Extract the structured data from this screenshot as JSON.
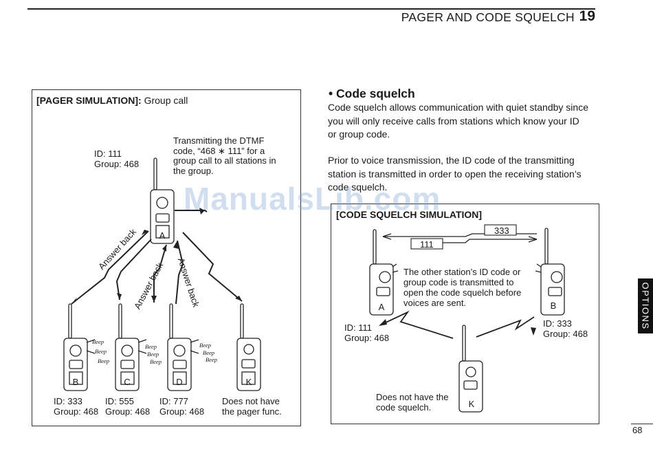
{
  "header": {
    "section_title": "PAGER AND CODE SQUELCH",
    "section_number": "19"
  },
  "pager_box": {
    "title_bold": "[PAGER SIMULATION]:",
    "title_rest": "Group call",
    "station_a": {
      "id": "ID: 111",
      "group": "Group: 468",
      "label": "A"
    },
    "transmit_text": "Transmitting the DTMF\ncode, “468 ∗ 111” for a\ngroup call to all stations in\nthe group.",
    "answer_back": "Answer back",
    "stations": [
      {
        "label": "B",
        "id": "ID: 333",
        "group": "Group: 468"
      },
      {
        "label": "C",
        "id": "ID: 555",
        "group": "Group: 468"
      },
      {
        "label": "D",
        "id": "ID: 777",
        "group": "Group: 468"
      },
      {
        "label": "K",
        "note": "Does not have\nthe pager func."
      }
    ],
    "beep": "Beep"
  },
  "code_squelch": {
    "heading": "• Code squelch",
    "para1": "Code squelch allows communication with quiet standby since\nyou will only receive calls from stations which know your ID\nor group code.",
    "para2": "Prior to voice transmission, the ID code of the transmitting\nstation is transmitted in order to open the receiving station’s\ncode squelch."
  },
  "squelch_box": {
    "title": "[CODE SQUELCH SIMULATION]",
    "code_333": "333",
    "code_111": "111",
    "middle_text": "The other station’s ID code or\ngroup code is transmitted to\nopen the code squelch before\nvoices are sent.",
    "station_a": {
      "label": "A",
      "id": "ID: 111",
      "group": "Group: 468"
    },
    "station_b": {
      "label": "B",
      "id": "ID: 333",
      "group": "Group: 468"
    },
    "station_k": {
      "label": "K",
      "note": "Does not have the\ncode squelch."
    }
  },
  "side_tab": "OPTIONS",
  "page_number": "68",
  "watermark": "ManualsLib.com"
}
